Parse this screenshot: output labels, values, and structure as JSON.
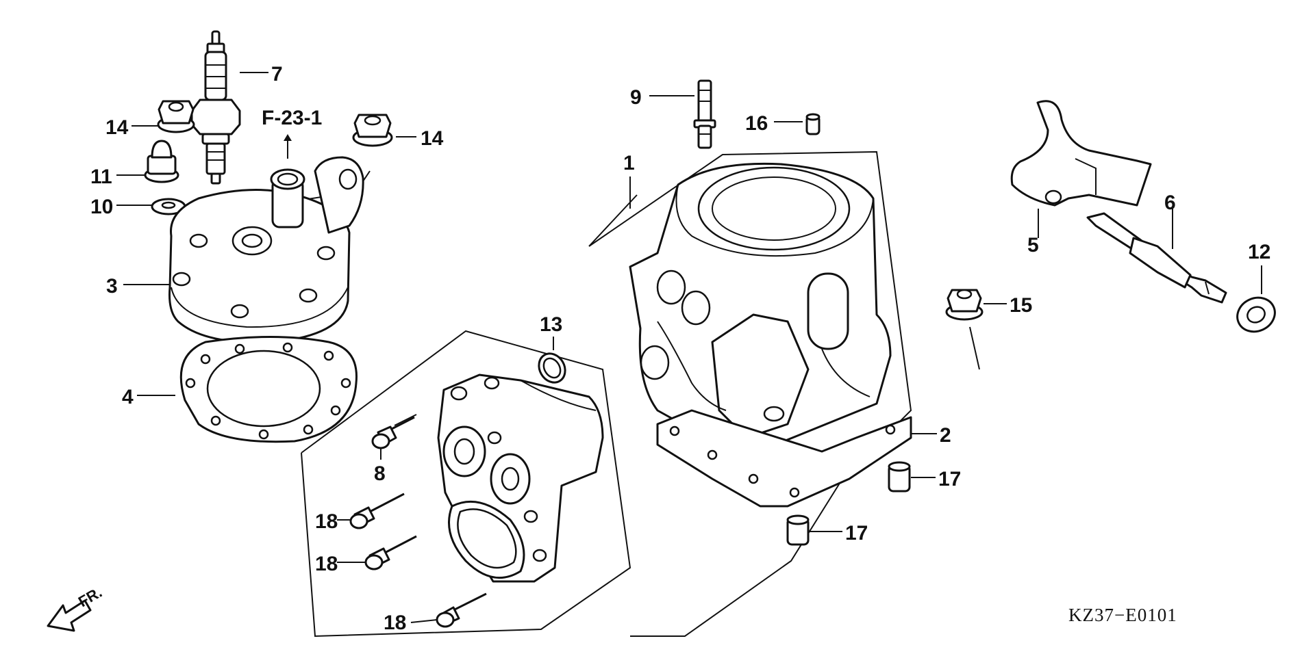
{
  "diagram": {
    "code": "KZ37−E0101",
    "reference": "F-23-1",
    "front_marker": "FR.",
    "callouts": {
      "c1": "1",
      "c2": "2",
      "c3": "3",
      "c4": "4",
      "c5": "5",
      "c6": "6",
      "c7": "7",
      "c8": "8",
      "c9": "9",
      "c10": "10",
      "c11": "11",
      "c12": "12",
      "c13": "13",
      "c14a": "14",
      "c14b": "14",
      "c15": "15",
      "c16": "16",
      "c17a": "17",
      "c17b": "17",
      "c18a": "18",
      "c18b": "18",
      "c18c": "18"
    }
  }
}
